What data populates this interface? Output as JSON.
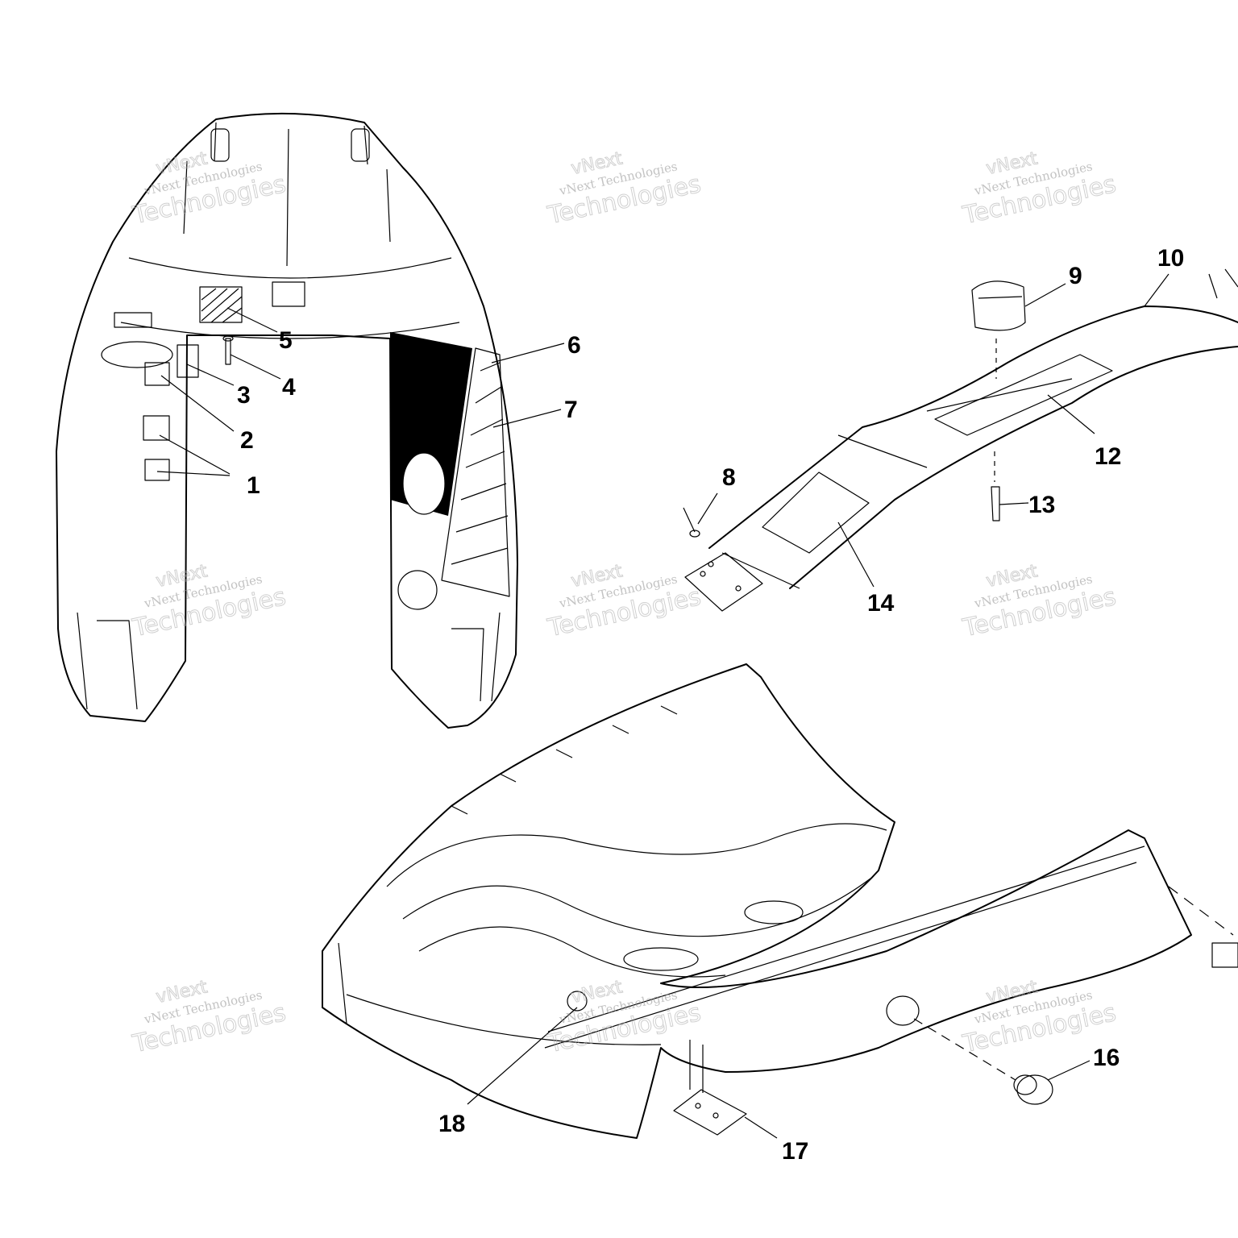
{
  "diagram": {
    "callouts": [
      {
        "id": "1",
        "label": "1"
      },
      {
        "id": "2",
        "label": "2"
      },
      {
        "id": "3",
        "label": "3"
      },
      {
        "id": "4",
        "label": "4"
      },
      {
        "id": "5",
        "label": "5"
      },
      {
        "id": "6",
        "label": "6"
      },
      {
        "id": "7",
        "label": "7"
      },
      {
        "id": "8",
        "label": "8"
      },
      {
        "id": "9",
        "label": "9"
      },
      {
        "id": "10",
        "label": "10"
      },
      {
        "id": "12",
        "label": "12"
      },
      {
        "id": "13",
        "label": "13"
      },
      {
        "id": "14",
        "label": "14"
      },
      {
        "id": "16",
        "label": "16"
      },
      {
        "id": "17",
        "label": "17"
      },
      {
        "id": "18",
        "label": "18"
      }
    ],
    "watermark": {
      "line1": "vNext",
      "line2": "vNext Technologies",
      "line3": "Technologies"
    }
  }
}
